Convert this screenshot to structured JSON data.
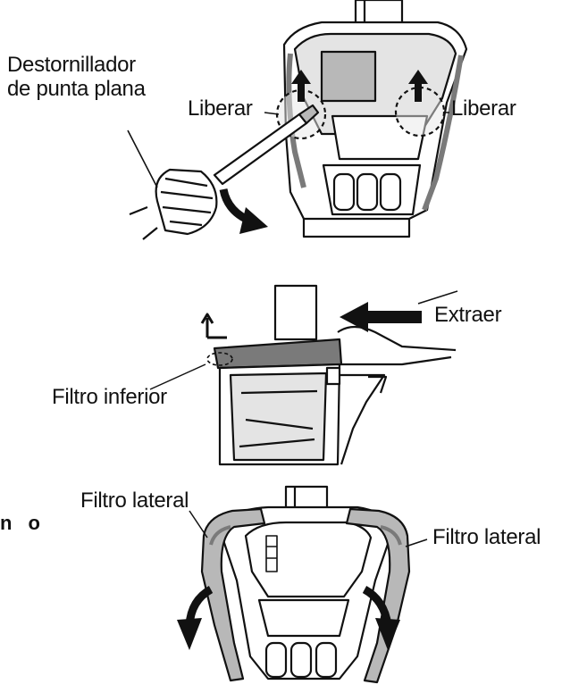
{
  "labels": {
    "screwdriver": [
      "Destornillador",
      "de punta plana"
    ],
    "release_left": "Liberar",
    "release_right": "Liberar",
    "extract": "Extraer",
    "bottom_filter": "Filtro inferior",
    "side_filter_left": "Filtro lateral",
    "side_filter_right": "Filtro lateral",
    "cropped_fragment": "n o"
  },
  "icons": [
    "release-arrow-icon",
    "rotation-arrow-icon",
    "push-arrow-icon",
    "corner-arrow-icon",
    "open-arrow-icon"
  ],
  "colors": {
    "line": "#111111",
    "fill_gray": "#b8b8b8",
    "fill_dark": "#7a7a7a",
    "fill_light": "#e4e4e4"
  }
}
